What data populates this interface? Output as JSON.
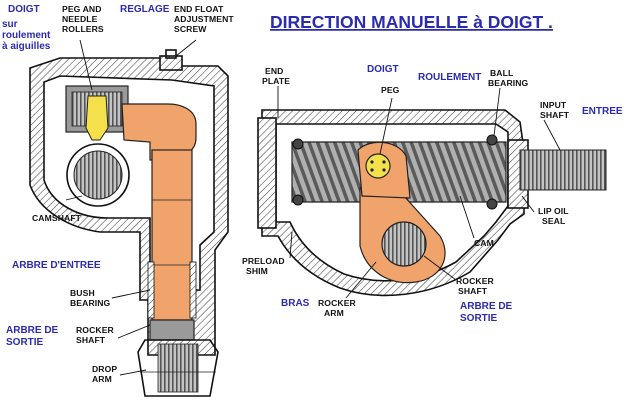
{
  "title": "DIRECTION MANUELLE à DOIGT .",
  "colors": {
    "french_labels": "#2b2bb0",
    "steel": "#f0a46b",
    "yellow_peg": "#f4e04a",
    "outline": "#111111"
  },
  "left_diagram": {
    "en_labels": {
      "peg_rollers": [
        "PEG AND",
        "NEEDLE",
        "ROLLERS"
      ],
      "end_float": [
        "END FLOAT",
        "ADJUSTMENT",
        "SCREW"
      ],
      "camshaft": "CAMSHAFT",
      "bush_bearing": [
        "BUSH",
        "BEARING"
      ],
      "rocker_shaft": [
        "ROCKER",
        "SHAFT"
      ],
      "drop_arm": [
        "DROP",
        "ARM"
      ]
    },
    "fr_labels": {
      "doigt": "DOIGT",
      "roulement_aiguilles": [
        "sur",
        "roulement",
        "à aiguilles"
      ],
      "reglage": "REGLAGE",
      "arbre_entree": "ARBRE D'ENTREE",
      "arbre_sortie": [
        "ARBRE DE",
        "SORTIE"
      ]
    }
  },
  "right_diagram": {
    "en_labels": {
      "end_plate": [
        "END",
        "PLATE"
      ],
      "peg": "PEG",
      "ball_bearing": [
        "BALL",
        "BEARING"
      ],
      "input_shaft": [
        "INPUT",
        "SHAFT"
      ],
      "lip_oil_seal": [
        "LIP OIL",
        "SEAL"
      ],
      "preload_shim": [
        "PRELOAD",
        "SHIM"
      ],
      "cam": "CAM",
      "rocker_arm": [
        "ROCKER",
        "ARM"
      ],
      "rocker_shaft": [
        "ROCKER",
        "SHAFT"
      ]
    },
    "fr_labels": {
      "doigt": "DOIGT",
      "roulement": "ROULEMENT",
      "entree": "ENTREE",
      "bras": "BRAS",
      "arbre_sortie": [
        "ARBRE DE",
        "SORTIE"
      ]
    }
  }
}
